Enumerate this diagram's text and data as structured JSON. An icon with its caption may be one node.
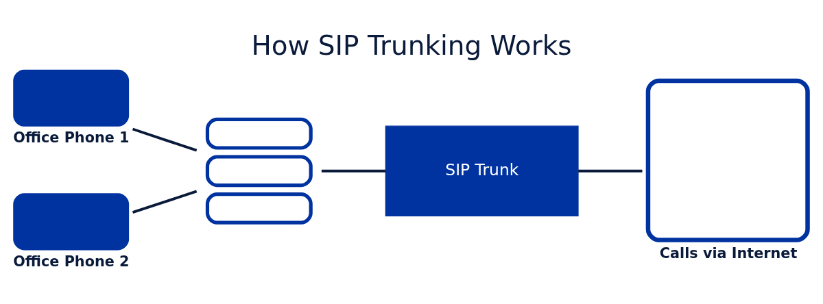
{
  "diagram": {
    "title": "How SIP Trunking Works",
    "nodes": [
      {
        "text": [
          "Office Phone 1"
        ]
      },
      {
        "text": [
          "Office Phone 2"
        ]
      },
      {
        "text": [],
        "shape": "server"
      },
      {
        "text": [
          "SIP Trunk"
        ]
      },
      {
        "text": [
          "Calls via Internet"
        ]
      }
    ],
    "edges": [
      {
        "from": 0,
        "to": 2,
        "arrow": "none"
      },
      {
        "from": 1,
        "to": 2,
        "arrow": "none"
      },
      {
        "from": 2,
        "to": 3,
        "arrow": "none"
      },
      {
        "from": 3,
        "to": 4,
        "arrow": "none"
      }
    ]
  }
}
